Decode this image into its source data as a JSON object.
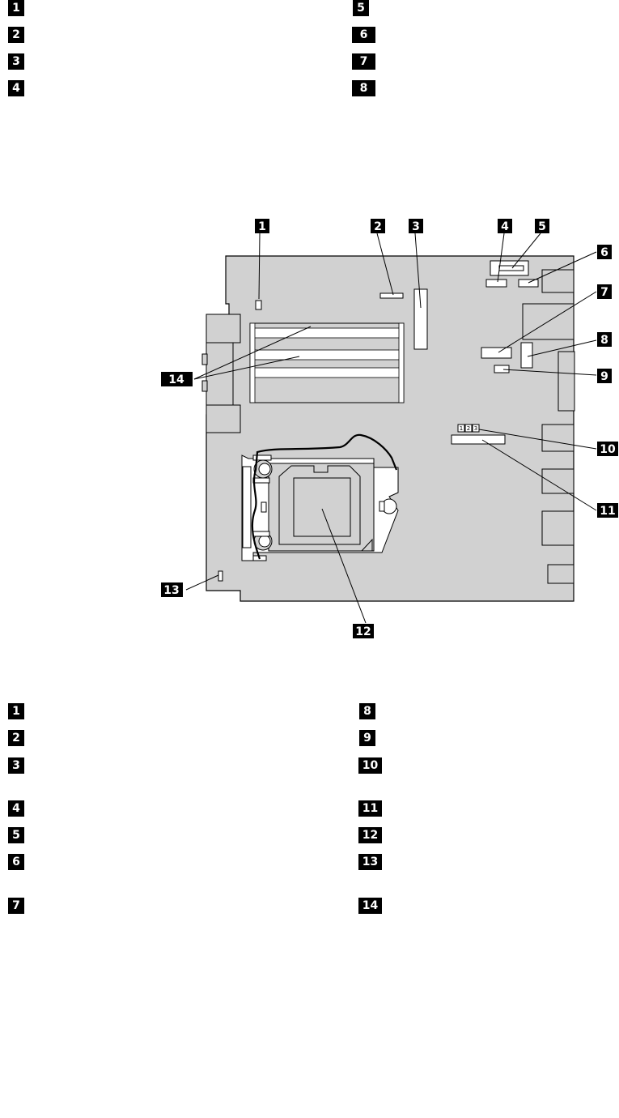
{
  "top_legend": [
    {
      "number": "1",
      "text": ""
    },
    {
      "number": "2",
      "text": ""
    },
    {
      "number": "3",
      "text": ""
    },
    {
      "number": "4",
      "text": ""
    },
    {
      "number": "5",
      "text": ""
    },
    {
      "number": "6",
      "text": ""
    },
    {
      "number": "7",
      "text": ""
    },
    {
      "number": "8",
      "text": ""
    }
  ],
  "callouts": [
    "1",
    "2",
    "3",
    "4",
    "5",
    "6",
    "7",
    "8",
    "9",
    "10",
    "11",
    "12",
    "13",
    "14"
  ],
  "jumper_labels": [
    "1",
    "2",
    "3"
  ],
  "bottom_legend": [
    {
      "number": "1",
      "text": ""
    },
    {
      "number": "2",
      "text": ""
    },
    {
      "number": "3",
      "text": ""
    },
    {
      "number": "4",
      "text": ""
    },
    {
      "number": "5",
      "text": ""
    },
    {
      "number": "6",
      "text": ""
    },
    {
      "number": "7",
      "text": ""
    },
    {
      "number": "8",
      "text": ""
    },
    {
      "number": "9",
      "text": ""
    },
    {
      "number": "10",
      "text": ""
    },
    {
      "number": "11",
      "text": ""
    },
    {
      "number": "12",
      "text": ""
    },
    {
      "number": "13",
      "text": ""
    },
    {
      "number": "14",
      "text": ""
    }
  ]
}
